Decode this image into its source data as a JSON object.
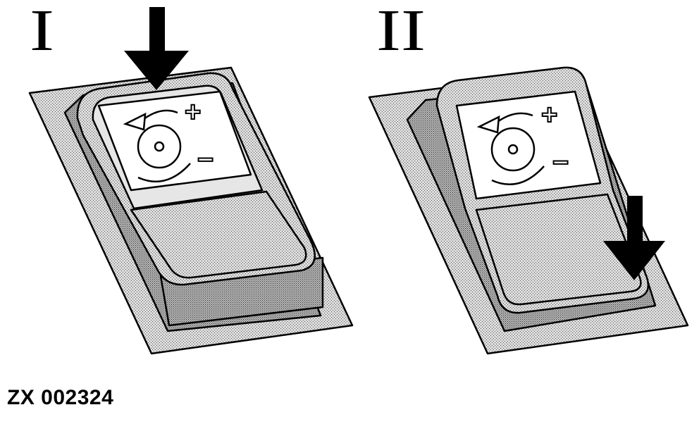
{
  "panels": [
    {
      "label": "I",
      "plus": "+",
      "minus": "−"
    },
    {
      "label": "II",
      "plus": "+",
      "minus": "−"
    }
  ],
  "reference_code": "ZX 002324",
  "colors": {
    "ink": "#000000",
    "paper": "#ffffff",
    "stipple": "#c8c8c8"
  }
}
